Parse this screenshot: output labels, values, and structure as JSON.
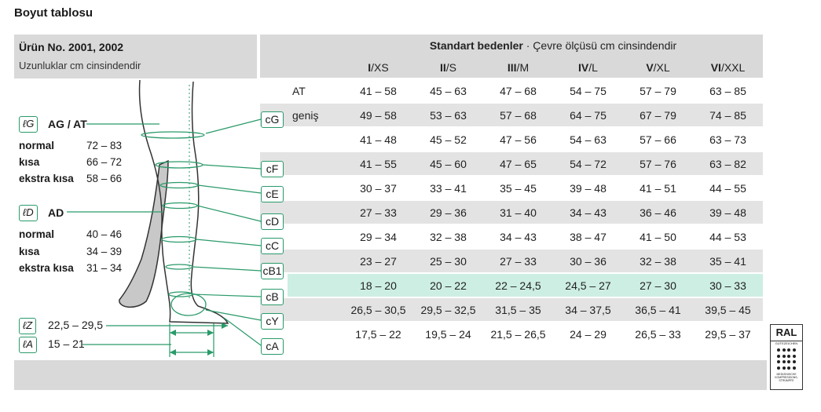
{
  "page_title": "Boyut tablosu",
  "product": {
    "name": "Ürün No. 2001, 2002",
    "lengths_unit": "Uzunluklar cm cinsindendir"
  },
  "table": {
    "header_bold": "Standart bedenler",
    "header_rest": " · Çevre ölçüsü cm cinsindendir",
    "sizes": [
      {
        "num": "I",
        "code": "XS"
      },
      {
        "num": "II",
        "code": "S"
      },
      {
        "num": "III",
        "code": "M"
      },
      {
        "num": "IV",
        "code": "L"
      },
      {
        "num": "V",
        "code": "XL"
      },
      {
        "num": "VI",
        "code": "XXL"
      }
    ],
    "rows": [
      {
        "label": "cG",
        "variant": "AT",
        "values": [
          "41 – 58",
          "45 – 63",
          "47 – 68",
          "54 – 75",
          "57 – 79",
          "63 – 85"
        ]
      },
      {
        "label": "",
        "variant": "geniş",
        "values": [
          "49 – 58",
          "53 – 63",
          "57 – 68",
          "64 – 75",
          "67 – 79",
          "74 – 85"
        ]
      },
      {
        "label": "",
        "variant": "",
        "values": [
          "41 – 48",
          "45 – 52",
          "47 – 56",
          "54 – 63",
          "57 – 66",
          "63 – 73"
        ]
      },
      {
        "label": "cF",
        "variant": "",
        "values": [
          "41 – 55",
          "45 – 60",
          "47 – 65",
          "54 – 72",
          "57 – 76",
          "63 – 82"
        ]
      },
      {
        "label": "cE",
        "variant": "",
        "values": [
          "30 – 37",
          "33 – 41",
          "35 – 45",
          "39 – 48",
          "41 – 51",
          "44 – 55"
        ]
      },
      {
        "label": "cD",
        "variant": "",
        "values": [
          "27 – 33",
          "29 – 36",
          "31 – 40",
          "34 – 43",
          "36 – 46",
          "39 – 48"
        ]
      },
      {
        "label": "cC",
        "variant": "",
        "values": [
          "29 – 34",
          "32 – 38",
          "34 – 43",
          "38 – 47",
          "41 – 50",
          "44 – 53"
        ]
      },
      {
        "label": "cB1",
        "variant": "",
        "values": [
          "23 – 27",
          "25 – 30",
          "27 – 33",
          "30 – 36",
          "32 – 38",
          "35 – 41"
        ]
      },
      {
        "label": "cB",
        "variant": "",
        "values": [
          "18 – 20",
          "20 – 22",
          "22 – 24,5",
          "24,5 – 27",
          "27 – 30",
          "30 – 33"
        ]
      },
      {
        "label": "cY",
        "variant": "",
        "values": [
          "26,5 – 30,5",
          "29,5 – 32,5",
          "31,5 – 35",
          "34 – 37,5",
          "36,5 – 41",
          "39,5 – 45"
        ]
      },
      {
        "label": "cA",
        "variant": "",
        "values": [
          "17,5 – 22",
          "19,5 – 24",
          "21,5 – 26,5",
          "24 – 29",
          "26,5 – 33",
          "29,5 – 37"
        ]
      }
    ]
  },
  "legend": {
    "lG": {
      "badge": "ℓG",
      "title": "AG / AT",
      "items": [
        {
          "label": "normal",
          "value": "72 – 83"
        },
        {
          "label": "kısa",
          "value": "66 – 72"
        },
        {
          "label": "ekstra kısa",
          "value": "58 – 66"
        }
      ]
    },
    "lD": {
      "badge": "ℓD",
      "title": "AD",
      "items": [
        {
          "label": "normal",
          "value": "40 – 46"
        },
        {
          "label": "kısa",
          "value": "34 – 39"
        },
        {
          "label": "ekstra kısa",
          "value": "31 – 34"
        }
      ]
    },
    "lZ": {
      "badge": "ℓZ",
      "value": "22,5 – 29,5"
    },
    "lA": {
      "badge": "ℓA",
      "value": "15 – 21"
    }
  },
  "ral": {
    "title": "RAL",
    "subtitle": "GÜTEZEICHEN",
    "bottom": "MEDIZINISCHE KOMPRESSIONS-STRÜMPFE"
  },
  "colors": {
    "accent": "#2a9a6a",
    "header_grey": "#d9d9d9",
    "row_grey": "#e3e3e3",
    "highlight": "#cdeee3"
  }
}
